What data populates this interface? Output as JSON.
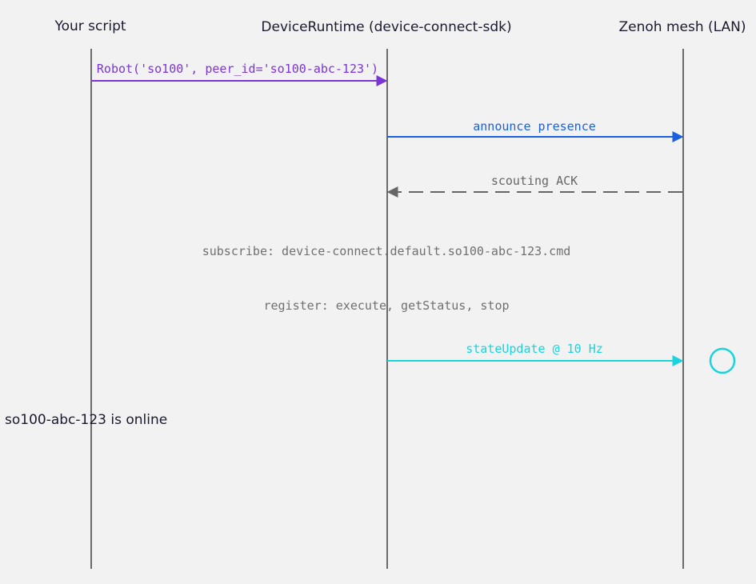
{
  "participants": {
    "script": "Your script",
    "runtime": "DeviceRuntime (device-connect-sdk)",
    "mesh": "Zenoh mesh (LAN)"
  },
  "messages": {
    "robot": "Robot('so100', peer_id='so100-abc-123')",
    "announce": "announce presence",
    "ack": "scouting ACK",
    "subscribe": "subscribe: device-connect.default.so100-abc-123.cmd",
    "register": "register: execute, getStatus, stop",
    "state": "stateUpdate @ 10 Hz"
  },
  "status": {
    "online": "so100-abc-123 is online"
  },
  "colors": {
    "lifeline": "#6b6b6b",
    "robot": "#7b35d6",
    "announce": "#1a5fe0",
    "ack": "#666666",
    "neutral": "#707070",
    "state": "#19d4dd",
    "text": "#1a1a2e"
  }
}
